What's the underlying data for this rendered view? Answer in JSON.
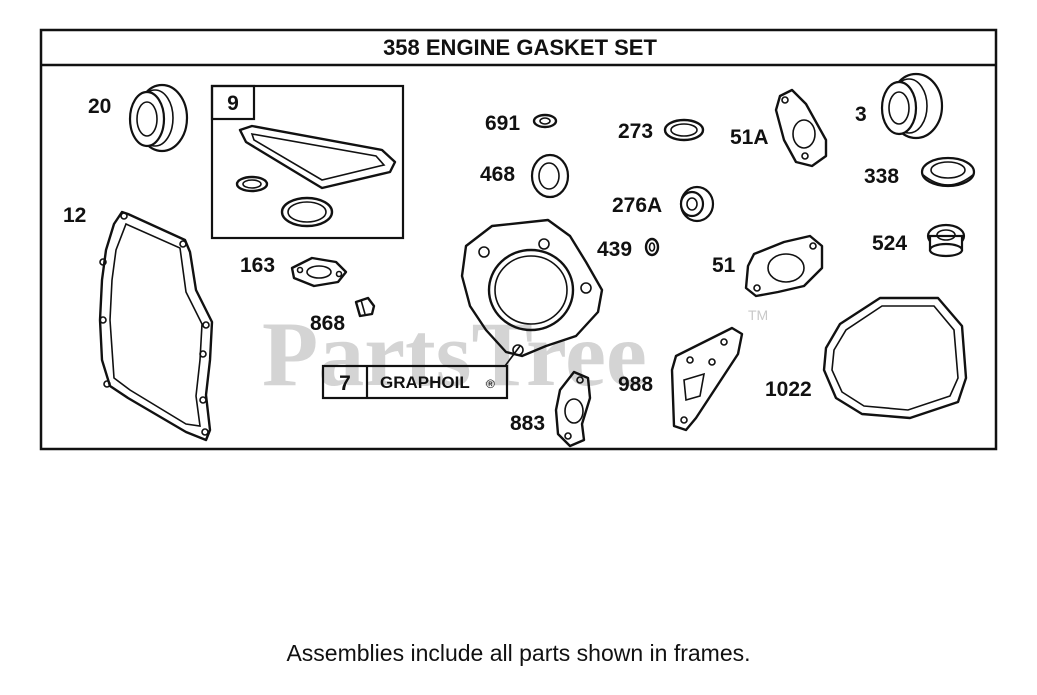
{
  "title": "358 ENGINE GASKET SET",
  "watermark": "PartsTree",
  "watermark_tm": "TM",
  "frame_9": {
    "number": "9"
  },
  "frame_7": {
    "number": "7",
    "text": "GRAPHOIL",
    "mark": "®"
  },
  "part_labels": {
    "p20": "20",
    "p9": "9",
    "p691": "691",
    "p273": "273",
    "p51A": "51A",
    "p3": "3",
    "p12": "12",
    "p468": "468",
    "p276A": "276A",
    "p338": "338",
    "p163": "163",
    "p439": "439",
    "p51": "51",
    "p524": "524",
    "p868": "868",
    "p988": "988",
    "p1022": "1022",
    "p883": "883"
  },
  "footer": "Assemblies include all parts shown in frames."
}
